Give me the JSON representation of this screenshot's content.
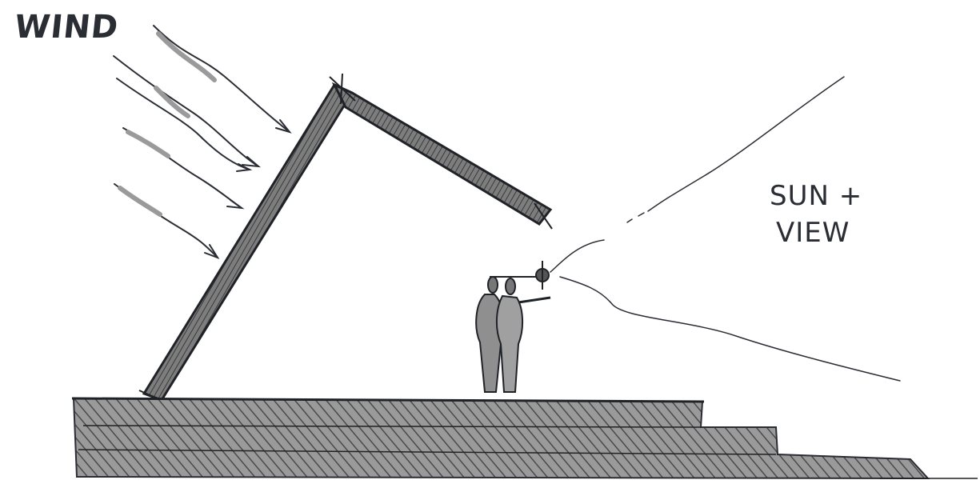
{
  "labels": {
    "wind": "WIND",
    "sun_line1": "SUN +",
    "sun_line2": "VIEW"
  },
  "colors": {
    "pencil": "#2a2d33",
    "shade": "#6f6f6f",
    "ground": "#8a8a8a",
    "paper": "#ffffff"
  }
}
